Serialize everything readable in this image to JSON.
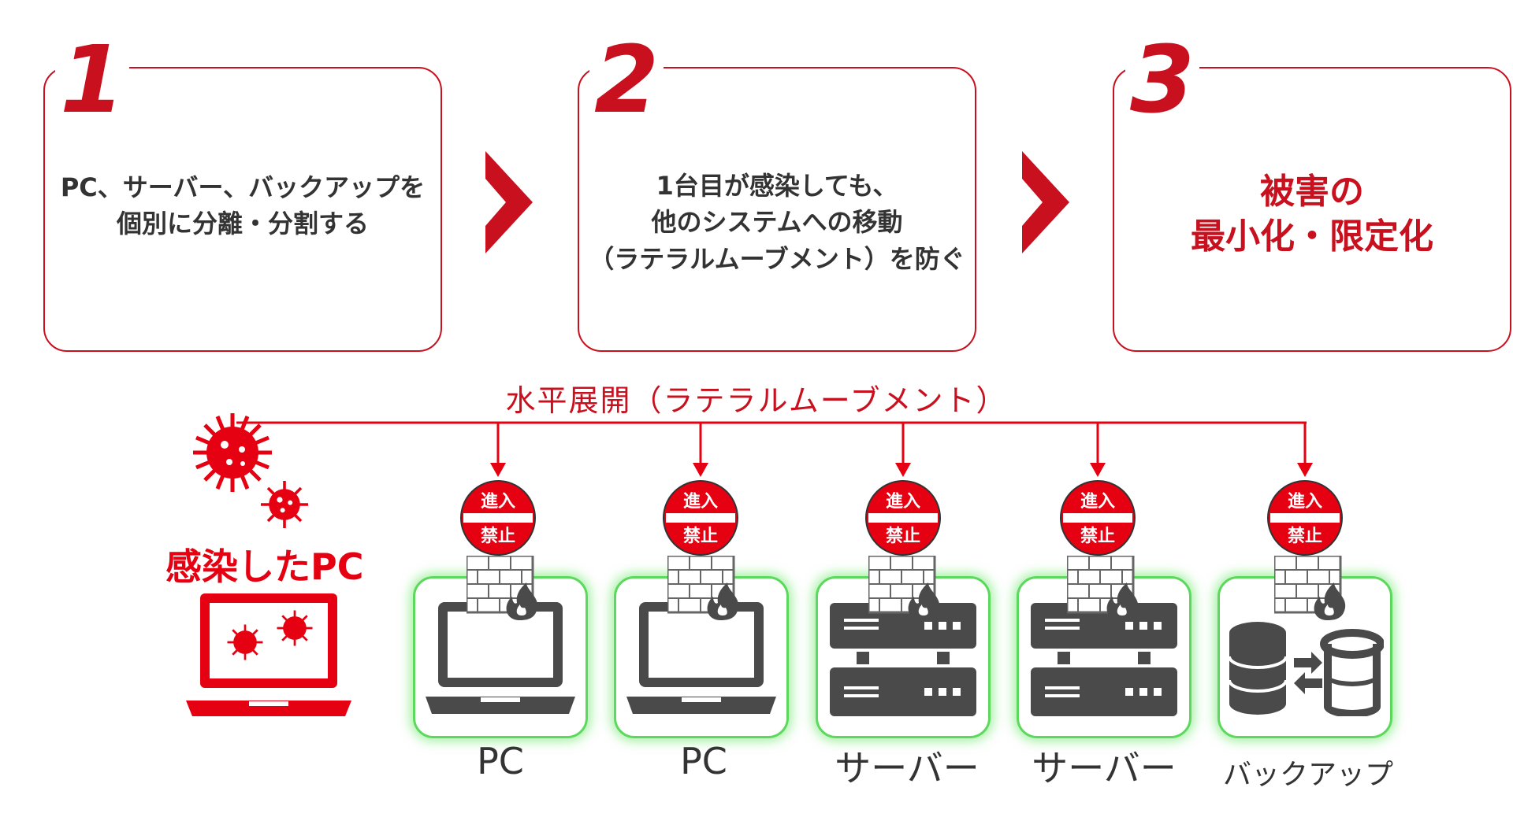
{
  "steps": [
    {
      "number": "1",
      "text_line1": "PC、サーバー、バックアップを",
      "text_line2": "個別に分離・分割する"
    },
    {
      "number": "2",
      "text_line1": "1台目が感染しても、",
      "text_line2": "他のシステムへの移動",
      "text_line3": "（ラテラルムーブメント）を防ぐ"
    },
    {
      "number": "3",
      "text_line1": "被害の",
      "text_line2": "最小化・限定化"
    }
  ],
  "lateral_label": "水平展開（ラテラルムーブメント）",
  "infected_label": "感染したPC",
  "no_entry": {
    "top": "進入",
    "bottom": "禁止"
  },
  "devices": [
    {
      "label": "PC",
      "icon": "laptop-icon"
    },
    {
      "label": "PC",
      "icon": "laptop-icon"
    },
    {
      "label": "サーバー",
      "icon": "server-icon"
    },
    {
      "label": "サーバー",
      "icon": "server-icon"
    },
    {
      "label": "バックアップ",
      "icon": "backup-database-icon"
    }
  ],
  "colors": {
    "accent": "#c8101e",
    "virus": "#e50012",
    "protected_glow": "#5cd85c",
    "device": "#4a4a4a"
  }
}
